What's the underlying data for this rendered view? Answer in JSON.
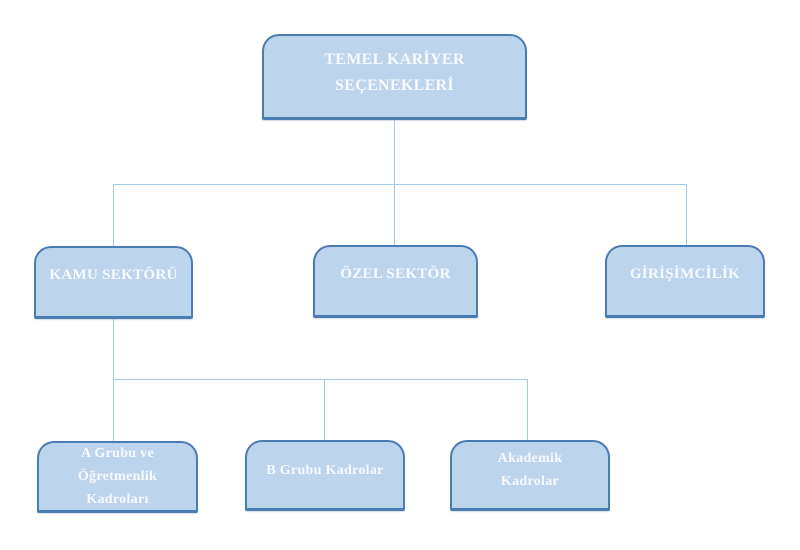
{
  "diagram": {
    "type": "org-chart",
    "colors": {
      "node_fill": "#bcd4ec",
      "node_border": "#4b7cb1",
      "node_text": "#f7fafd",
      "connector": "#a8c8e8",
      "background": "#ffffff"
    },
    "nodes": {
      "root": {
        "label": "TEMEL KARİYER\nSEÇENEKLERİ"
      },
      "level2": [
        {
          "id": "kamu-sektoru",
          "label": "KAMU SEKTÖRÜ"
        },
        {
          "id": "ozel-sektor",
          "label": "ÖZEL SEKTÖR"
        },
        {
          "id": "girisimcilik",
          "label": "GİRİŞİMCİLİK"
        }
      ],
      "level3": [
        {
          "id": "a-grubu-ve-ogretmenlik-kadrolari",
          "label": "A Grubu ve\nÖğretmenlik\nKadroları"
        },
        {
          "id": "b-grubu-kadrolar",
          "label": "B Grubu Kadrolar"
        },
        {
          "id": "akademik-kadrolar",
          "label": "Akademik\nKadrolar"
        }
      ]
    },
    "edges": [
      {
        "from": "root",
        "to": "kamu-sektoru"
      },
      {
        "from": "root",
        "to": "ozel-sektor"
      },
      {
        "from": "root",
        "to": "girisimcilik"
      },
      {
        "from": "kamu-sektoru",
        "to": "a-grubu-ve-ogretmenlik-kadrolari"
      },
      {
        "from": "kamu-sektoru",
        "to": "b-grubu-kadrolar"
      },
      {
        "from": "kamu-sektoru",
        "to": "akademik-kadrolar"
      }
    ]
  }
}
